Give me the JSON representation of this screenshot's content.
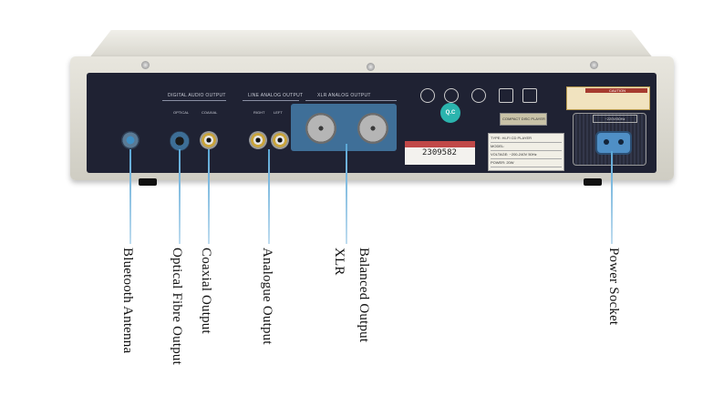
{
  "device": {
    "sections": {
      "digital": "DIGITAL AUDIO OUTPUT",
      "line": "LINE ANALOG OUTPUT",
      "xlr": "XLR ANALOG OUTPUT"
    },
    "ports": {
      "optical": "OPTICAL",
      "coaxial": "COAXIAL",
      "right": "RIGHT",
      "left": "LEFT"
    },
    "qc_badge": "Q.C",
    "serial_number": "2309582",
    "cd_logo": "COMPACT DISC PLAYER",
    "spec": {
      "type": "TYPE: HI-FI CD PLAYER",
      "model": "MODEL:",
      "voltage": "VOLTAGE: ~200-240V 50Hz",
      "power": "POWER: 20W"
    },
    "caution": "CAUTION",
    "power_rating": "~220V/50Hz"
  },
  "labels": {
    "bluetooth": "Bluetooth Antenna",
    "optical": "Optical Fibre Output",
    "coaxial": "Coaxial Output",
    "analogue": "Analogue Output",
    "xlr": "XLR",
    "balanced": "Balanced Output",
    "power": "Power Socket"
  }
}
